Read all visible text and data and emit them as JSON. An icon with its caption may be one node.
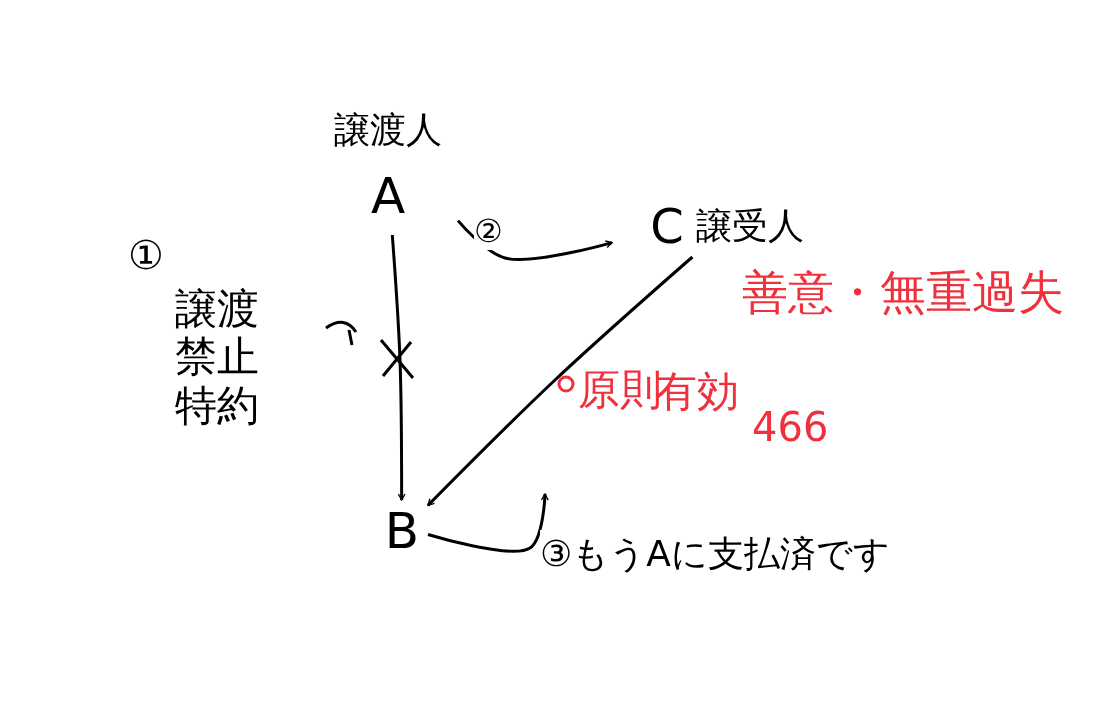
{
  "diagram": {
    "nodes": [
      {
        "text": [
          "譲渡人",
          "A"
        ]
      },
      {
        "text": [
          "C",
          "譲受人"
        ]
      },
      {
        "text": [
          "B"
        ]
      }
    ],
    "edges": [
      {
        "from": 0,
        "to": 2,
        "arrow": "to"
      },
      {
        "from": 0,
        "to": 1,
        "arrow": "to",
        "label": "②"
      },
      {
        "from": 1,
        "to": 2,
        "arrow": "to"
      },
      {
        "from": 2,
        "to": null,
        "arrow": "to",
        "label": "③もうAに支払済です"
      }
    ],
    "labels": [
      "①",
      "譲渡禁止特約",
      "善意・無重過失",
      "原則",
      "有効",
      "466"
    ]
  }
}
